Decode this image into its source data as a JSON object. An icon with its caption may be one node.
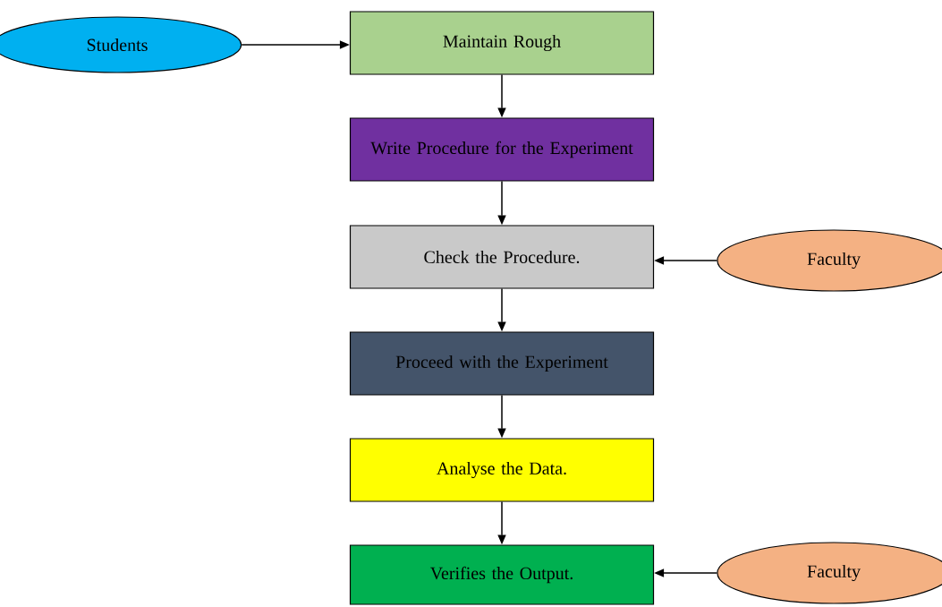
{
  "diagram": {
    "nodes": [
      {
        "text": [
          "Students"
        ]
      },
      {
        "text": [
          "Maintain Rough"
        ]
      },
      {
        "text": [
          "Write Procedure for the Experiment"
        ]
      },
      {
        "text": [
          "Check the Procedure."
        ]
      },
      {
        "text": [
          "Faculty"
        ]
      },
      {
        "text": [
          "Proceed with the Experiment"
        ]
      },
      {
        "text": [
          "Analyse the Data."
        ]
      },
      {
        "text": [
          "Verifies the Output."
        ]
      },
      {
        "text": [
          "Faculty"
        ]
      }
    ],
    "edges": [
      {
        "from": 0,
        "to": 1,
        "arrow": "to"
      },
      {
        "from": 1,
        "to": 2,
        "arrow": "to"
      },
      {
        "from": 2,
        "to": 3,
        "arrow": "to"
      },
      {
        "from": 4,
        "to": 3,
        "arrow": "to"
      },
      {
        "from": 3,
        "to": 5,
        "arrow": "to"
      },
      {
        "from": 5,
        "to": 6,
        "arrow": "to"
      },
      {
        "from": 6,
        "to": 7,
        "arrow": "to"
      },
      {
        "from": 8,
        "to": 7,
        "arrow": "to"
      }
    ]
  }
}
